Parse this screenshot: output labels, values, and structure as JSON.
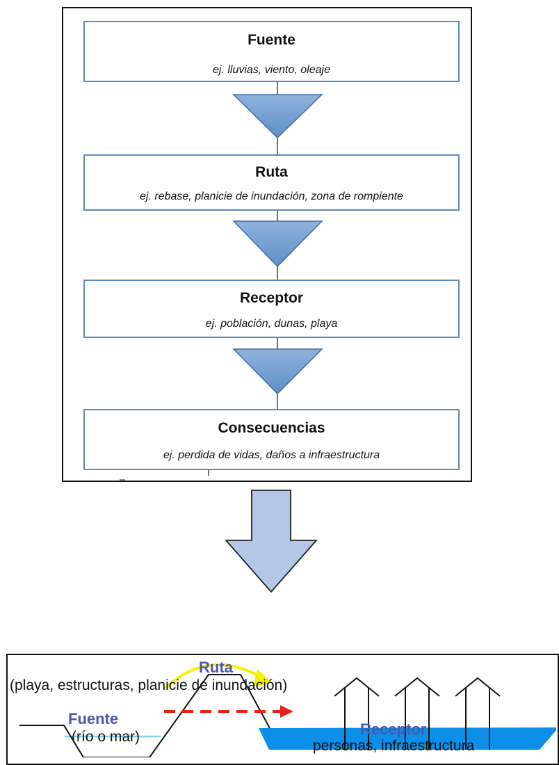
{
  "flow": {
    "stages": [
      {
        "title": "Fuente",
        "example": "ej. lluvias, viento, oleaje"
      },
      {
        "title": "Ruta",
        "example": "ej. rebase, planicie de inundación, zona de rompiente"
      },
      {
        "title": "Receptor",
        "example": "ej. población, dunas, playa"
      },
      {
        "title": "Consecuencias",
        "example": "ej. perdida de vidas, daños a infraestructura"
      }
    ]
  },
  "scheme": {
    "ruta_label": "Ruta",
    "ruta_detail": "(playa, estructuras,   planicie de inundación)",
    "fuente_label": "Fuente",
    "fuente_detail": "(río o mar)",
    "receptor_label": "Receptor",
    "receptor_detail": "personas, infraestructura"
  },
  "colors": {
    "box_border": "#5a8bbf",
    "triangle_fill": "#7ea6d3",
    "big_arrow_fill": "#b4c7e7",
    "water": "#0b8fe8",
    "channel_water": "#7fd0e8",
    "label_blue": "#4a56b0",
    "overtopping_arrow": "#f5f200",
    "flow_arrow": "#e8211b"
  }
}
